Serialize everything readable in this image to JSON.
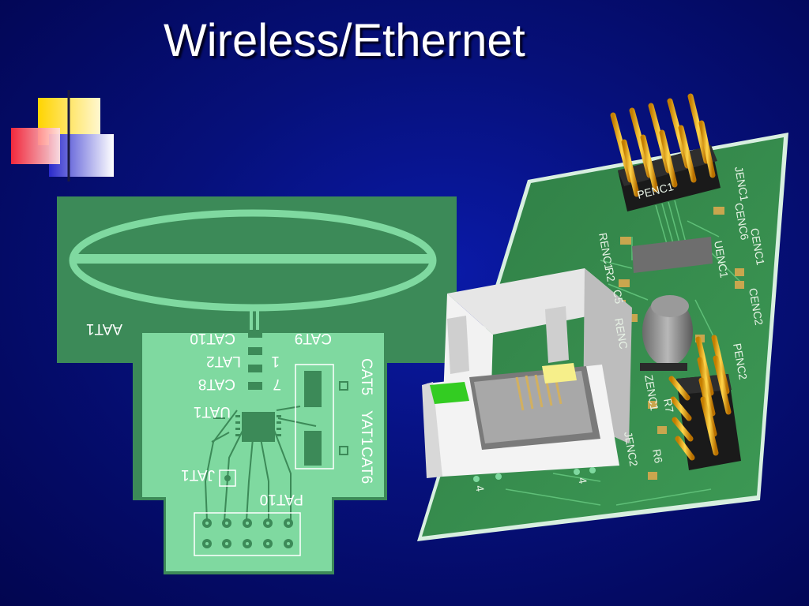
{
  "slide": {
    "title": "Wireless/Ethernet"
  },
  "antenna_board_labels": {
    "antenna": "AAT1",
    "cat10": "CAT10",
    "cat9": "CAT9",
    "lat2": "LAT2",
    "one": "1",
    "cat8": "CAT8",
    "seven": "7",
    "uat1": "UAT1",
    "cat5": "CAT5",
    "yat1": "YAT1",
    "cat6": "CAT6",
    "jat1": "JAT1",
    "pat10": "PAT10"
  },
  "ethernet_board_labels": {
    "penc1": "PENC1",
    "jenc1": "JENC1",
    "cenc6": "CENC6",
    "cenc1": "CENC1",
    "renc1": "RENC1",
    "uenc1": "UENC1",
    "r2": "R2",
    "c5": "C5",
    "cenc2": "CENC2",
    "penc2": "PENC2",
    "renc": "RENC",
    "zenc1": "ZENC1",
    "r7": "R7",
    "jenc2": "JENC2",
    "r6": "R6",
    "hole_mark_1": "4",
    "hole_mark_2": "4"
  },
  "colors": {
    "background": "#06107a",
    "pcb_dark": "#3c8a58",
    "pcb_light": "#7fd9a0",
    "silkscreen": "#ffffff",
    "header_pins": "#f0b020",
    "led_green": "#33cc22",
    "led_yellow": "#f6ef8a"
  }
}
